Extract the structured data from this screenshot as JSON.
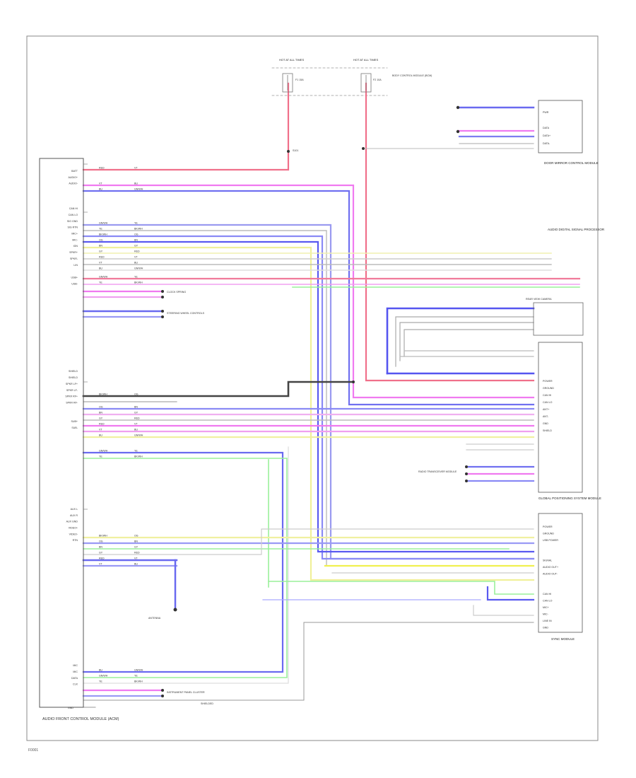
{
  "diagram": {
    "footer_code": "F0001",
    "modules": {
      "left": {
        "title": "AUDIO FRONT CONTROL MODULE (ACM)",
        "ground_label": "GND"
      },
      "right_top": {
        "title": "DOOR MIRROR CONTROL MODULE"
      },
      "right_mid": {
        "title": "GLOBAL POSITIONING SYSTEM MODULE"
      },
      "right_bottom": {
        "title": "SYNC MODULE"
      },
      "top_right_box": {
        "title": "AUDIO DIGITAL SIGNAL PROCESSOR"
      }
    },
    "fuses": {
      "f1_title": "HOT AT ALL TIMES",
      "f2_title": "HOT AT ALL TIMES",
      "f1_label": "F1 15A",
      "f2_label": "F2 10A",
      "side_note": "BODY CONTROL MODULE (BCM)",
      "split_label": "S101"
    },
    "left_pins": [
      "BATT",
      "AUDIO+",
      "AUDIO-",
      "",
      "",
      "",
      "CAN HI",
      "CAN LO",
      "SIG GND",
      "SIG RTN",
      "MIC+",
      "MIC-",
      "IGN",
      "SPKR+",
      "SPKR-",
      "LIN",
      "",
      "USB+",
      "USB-",
      "",
      "",
      "",
      "",
      "",
      "",
      "",
      "",
      "",
      "",
      "",
      "",
      "",
      "SHIELD",
      "SHIELD",
      "SPKR LF+",
      "SPKR LF-",
      "SPKR RF+",
      "SPKR RF-",
      "",
      "",
      "SUB+",
      "SUB-",
      "",
      "",
      "",
      "",
      "",
      "",
      "",
      "",
      "",
      "",
      "",
      "",
      "AUX L",
      "AUX R",
      "AUX GND",
      "VIDEO+",
      "VIDEO-",
      "RTN",
      "",
      "",
      "",
      "",
      "",
      "",
      "",
      "",
      "",
      "",
      "",
      "",
      "",
      "",
      "",
      "",
      "",
      "",
      "",
      "MIC",
      "MIC",
      "DATA",
      "CLK"
    ],
    "notes": {
      "n1": "CLOCK SPRING",
      "n2": "STEERING WHEEL CONTROLS",
      "n3": "RADIO TRANSCEIVER MODULE",
      "n4": "INSTRUMENT PANEL CLUSTER",
      "n5": "ANTENNA",
      "n6": "REAR VIEW CAMERA",
      "n7": "SHIELDED"
    },
    "right_mid_pins": [
      "POWER",
      "GROUND",
      "CAN HI",
      "CAN LO",
      "ANT+",
      "ANT-",
      "GND",
      "SHIELD"
    ],
    "right_bottom_pins": [
      "POWER",
      "GROUND",
      "USB POWER",
      "",
      "",
      "SIGNAL",
      "AUDIO OUT+",
      "AUDIO OUT-",
      "",
      "",
      "CAN HI",
      "CAN LO",
      "MIC+",
      "MIC-",
      "LINE IN",
      "GND"
    ],
    "right_top_pins": [
      "PWR",
      "",
      "DATA",
      "DATA+",
      "DATA-"
    ],
    "wire_labels": [
      "RED",
      "VT",
      "BU",
      "GN/WH",
      "YE",
      "BK/WH",
      "OG",
      "BN",
      "GY"
    ]
  }
}
